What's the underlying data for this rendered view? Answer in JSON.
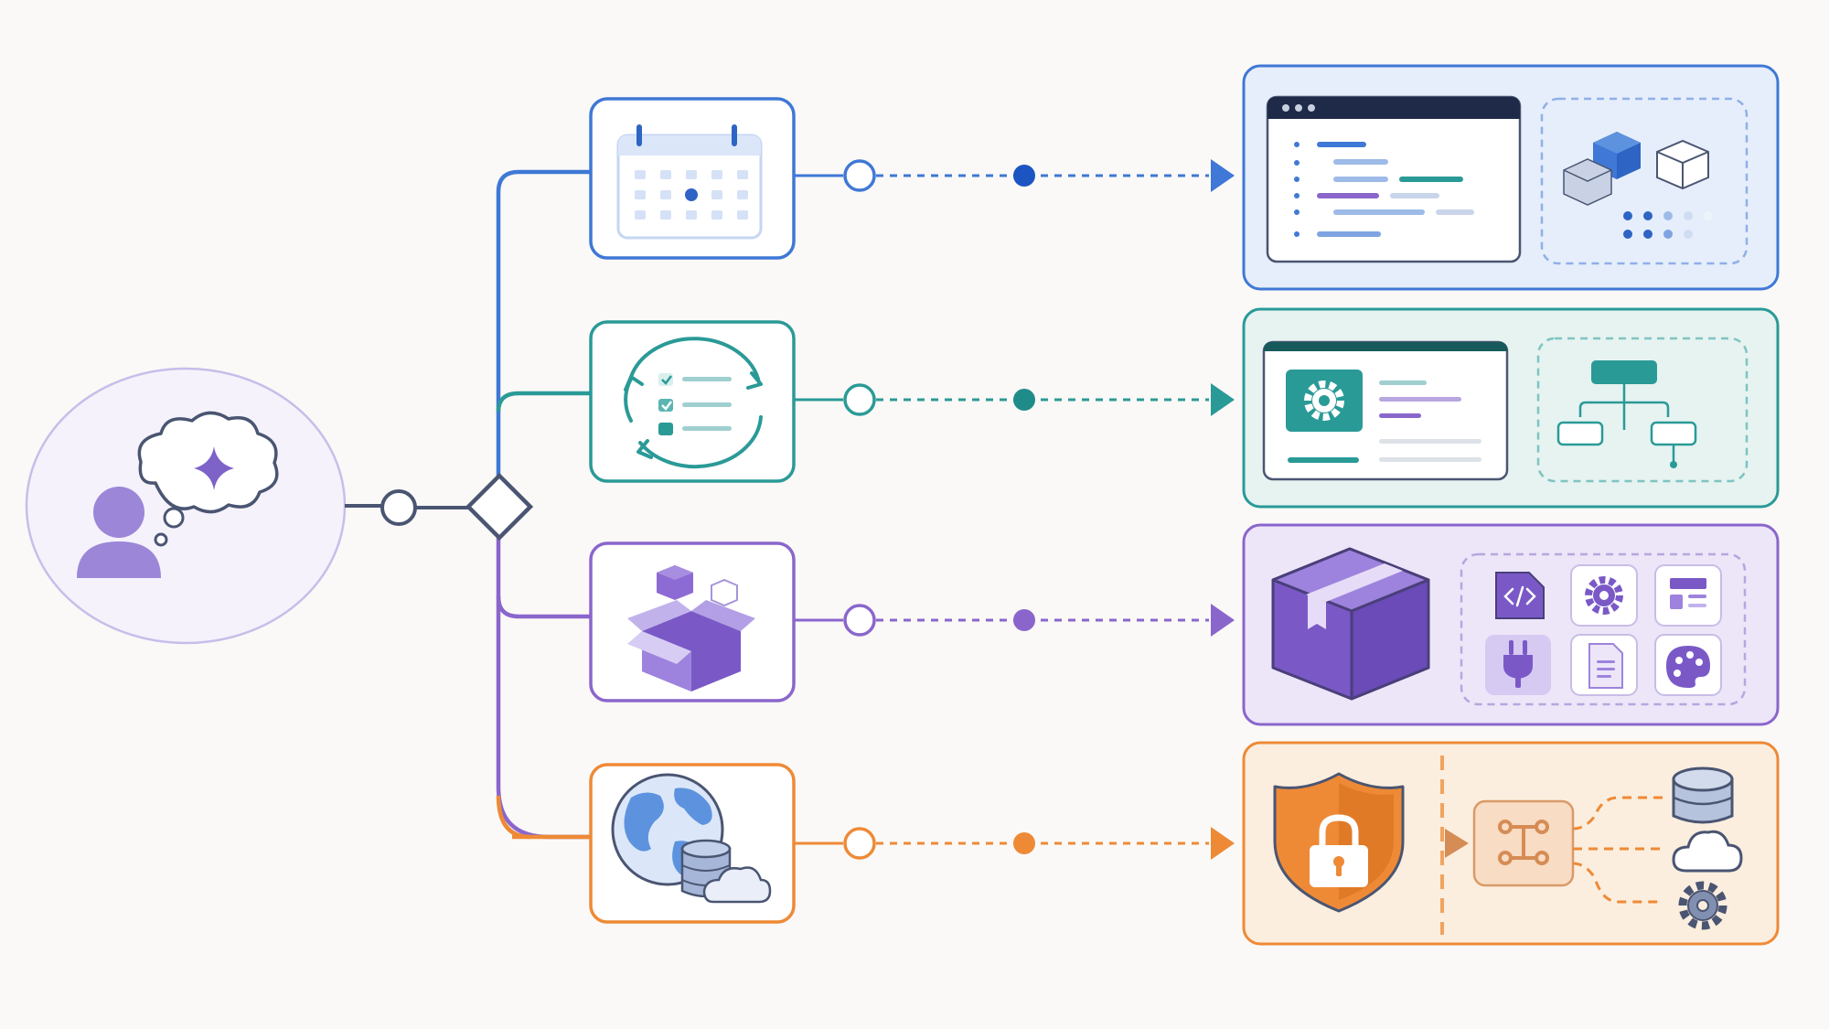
{
  "colors": {
    "background": "#faf9f7",
    "user": "#9c86d8",
    "junction": "#4a5572",
    "blue": "#3f78d6",
    "teal": "#2a9a97",
    "purple": "#8a66cc",
    "orange": "#ee8a36"
  },
  "user_node": {
    "figure": "person-icon",
    "bubble": "thought-bubble-icon",
    "symbol": "sparkle-icon"
  },
  "branches": [
    {
      "id": "blue",
      "source_icon": "calendar-icon",
      "target_panel": "code-editor-panel",
      "target_extra": "cubes-icon"
    },
    {
      "id": "teal",
      "source_icon": "task-cycle-icon",
      "target_panel": "settings-panel",
      "target_extra": "hierarchy-icon"
    },
    {
      "id": "purple",
      "source_icon": "open-box-icon",
      "target_panel": "package-icon",
      "target_extra": "module-grid"
    },
    {
      "id": "orange",
      "source_icon": "globe-database-cloud-icon",
      "target_panel": "security-shield-icon",
      "target_extra": "routing-to-database-cloud-gear"
    }
  ],
  "module_grid_icons": [
    "code-file-icon",
    "gear-icon",
    "layout-icon",
    "plug-icon",
    "document-icon",
    "palette-icon"
  ]
}
